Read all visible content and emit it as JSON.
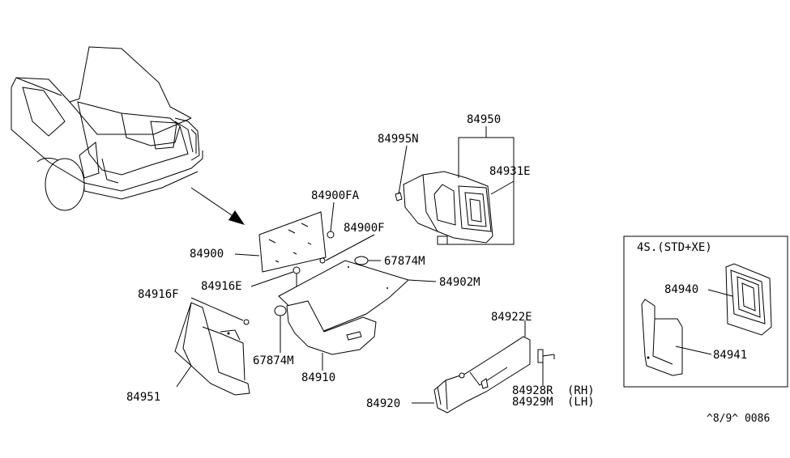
{
  "labels": {
    "p84950": "84950",
    "p84995n": "84995N",
    "p84931e": "84931E",
    "p84900fa": "84900FA",
    "p84900f": "84900F",
    "p84900": "84900",
    "p67874m_top": "67874M",
    "p84916e": "84916E",
    "p84902m": "84902M",
    "p84916f": "84916F",
    "p84922e": "84922E",
    "p67874m_bottom": "67874M",
    "p84910": "84910",
    "p84951": "84951",
    "p84928r": "84928R",
    "p84928r_side": "(RH)",
    "p84929m": "84929M",
    "p84929m_side": "(LH)",
    "p84920": "84920",
    "inset_title": "4S.(STD+XE)",
    "p84940": "84940",
    "p84941": "84941",
    "doc_code": "^8/9^ 0086"
  }
}
